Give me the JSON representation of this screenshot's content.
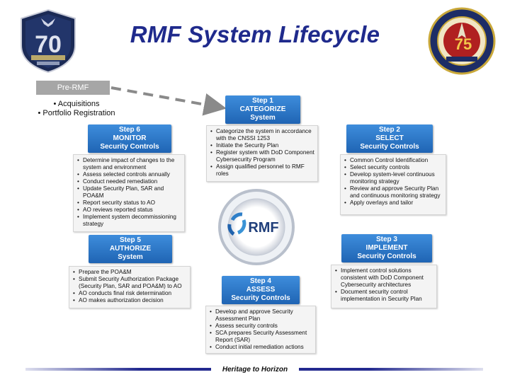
{
  "title": "RMF System Lifecycle",
  "pre_rmf": {
    "label": "Pre-RMF",
    "items": [
      "• Acquisitions",
      "• Portfolio Registration"
    ]
  },
  "center": {
    "label": "RMF"
  },
  "steps": {
    "step1": {
      "lines": [
        "Step 1",
        "CATEGORIZE",
        "System"
      ],
      "items": [
        "Categorize the system in accordance with the CNSSI 1253",
        "Initiate the Security Plan",
        "Register system with DoD Component Cybersecurity Program",
        "Assign qualified personnel to RMF roles"
      ]
    },
    "step2": {
      "lines": [
        "Step 2",
        "SELECT",
        "Security Controls"
      ],
      "items": [
        "Common Control Identification",
        "Select security controls",
        "Develop system-level continuous monitoring strategy",
        "Review and approve Security Plan and continuous monitoring strategy",
        "Apply overlays and tailor"
      ]
    },
    "step3": {
      "lines": [
        "Step 3",
        "IMPLEMENT",
        "Security Controls"
      ],
      "items": [
        "Implement control solutions consistent with DoD Component Cybersecurity architectures",
        "Document security control implementation in Security Plan"
      ]
    },
    "step4": {
      "lines": [
        "Step 4",
        "ASSESS",
        "Security Controls"
      ],
      "items": [
        "Develop and approve Security Assessment Plan",
        "Assess security controls",
        "SCA prepares Security Assessment Report (SAR)",
        "Conduct initial remediation actions"
      ]
    },
    "step5": {
      "lines": [
        "Step 5",
        "AUTHORIZE",
        "System"
      ],
      "items": [
        "Prepare the POA&M",
        "Submit Security Authorization Package (Security Plan, SAR and POA&M) to AO",
        "AO conducts final risk determination",
        "AO makes authorization decision"
      ]
    },
    "step6": {
      "lines": [
        "Step 6",
        "MONITOR",
        "Security Controls"
      ],
      "items": [
        "Determine impact of changes to the system and environment",
        "Assess selected controls annually",
        "Conduct needed remediation",
        "Update Security Plan, SAR and POA&M",
        "Report security status to AO",
        "AO reviews reported status",
        "Implement system decommissioning strategy"
      ]
    }
  },
  "footer": {
    "text": "Heritage to Horizon"
  },
  "colors": {
    "title": "#1f2a8c",
    "step_header": "#2f78c8",
    "footer_line": "#232a8f"
  },
  "icons": {
    "left_logo": "usaf-70-anniversary-seal",
    "right_logo": "aetc-75-anniversary-seal"
  }
}
